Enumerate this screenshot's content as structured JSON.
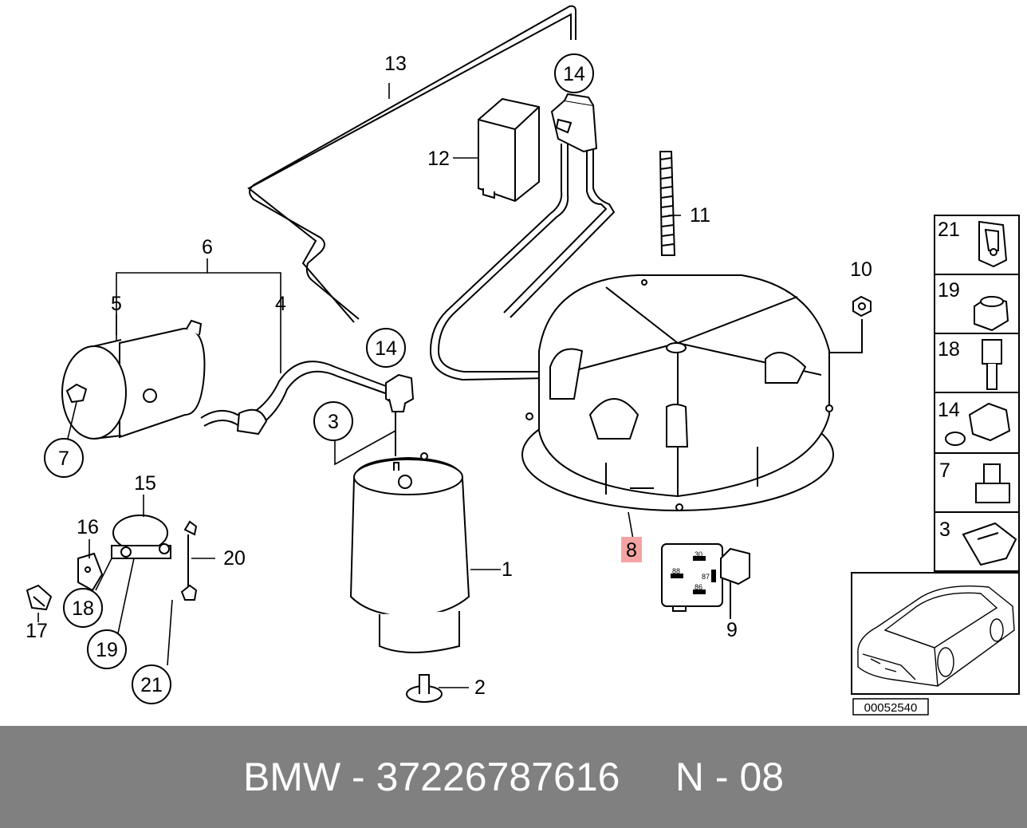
{
  "callouts": {
    "c1": "1",
    "c2": "2",
    "c3": "3",
    "c4": "4",
    "c5": "5",
    "c6": "6",
    "c7": "7",
    "c8": "8",
    "c9": "9",
    "c10": "10",
    "c11": "11",
    "c12": "12",
    "c13": "13",
    "c14a": "14",
    "c14b": "14",
    "c15": "15",
    "c16": "16",
    "c17": "17",
    "c18": "18",
    "c19": "19",
    "c20": "20",
    "c21": "21"
  },
  "relay_pins": {
    "p30": "30",
    "p88": "88",
    "p87": "87",
    "p86": "86"
  },
  "legend": {
    "r21": "21",
    "r19": "19",
    "r18": "18",
    "r14": "14",
    "r7": "7",
    "r3": "3"
  },
  "diagram_number": "00052540",
  "highlight_color": "#f3a3a3",
  "footer": {
    "text": "BMW - 37226787616     N - 08",
    "background": "#808080"
  }
}
